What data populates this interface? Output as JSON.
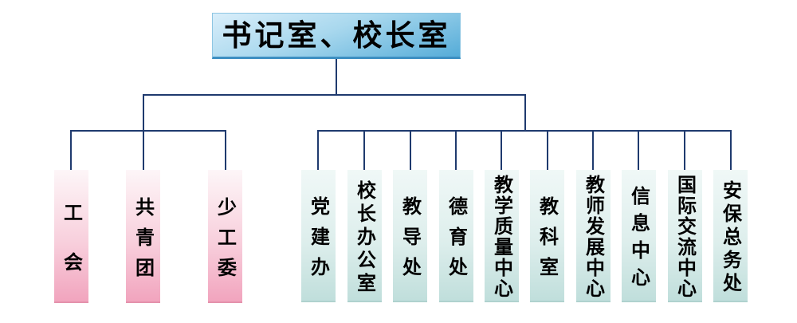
{
  "root": {
    "label": "书记室、校长室"
  },
  "left_branch": {
    "items": [
      {
        "label": "工会"
      },
      {
        "label": "共青团"
      },
      {
        "label": "少工委"
      }
    ]
  },
  "right_branch": {
    "items": [
      {
        "label": "党建办"
      },
      {
        "label": "校长办公室"
      },
      {
        "label": "教导处"
      },
      {
        "label": "德育处"
      },
      {
        "label": "教学质量中心"
      },
      {
        "label": "教科室"
      },
      {
        "label": "教师发展中心"
      },
      {
        "label": "信息中心"
      },
      {
        "label": "国际交流中心"
      },
      {
        "label": "安保总务处"
      }
    ]
  },
  "colors": {
    "line": "#1f3a6e",
    "root-top": "#d9eefa",
    "root-bottom": "#55acd8",
    "pink-top": "#fdf6f8",
    "pink-bottom": "#f1a3bd",
    "teal-top": "#f0f8f7",
    "teal-bottom": "#bfdedb",
    "text": "#000000",
    "background": "#ffffff"
  }
}
